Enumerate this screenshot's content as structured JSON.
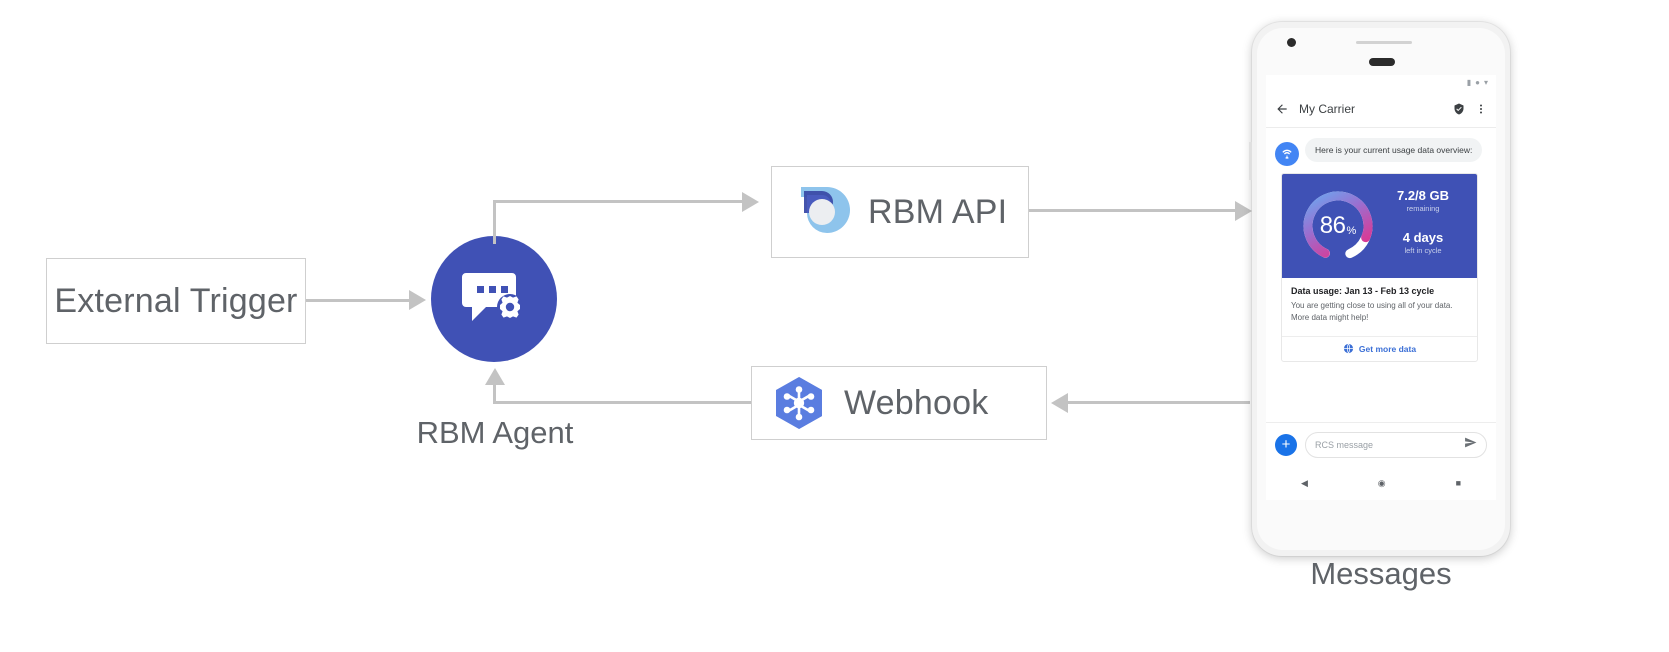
{
  "diagram": {
    "nodes": {
      "external_trigger": {
        "label": "External Trigger"
      },
      "rbm_agent": {
        "label": "RBM Agent",
        "icon": "chat-bubble-gear-icon",
        "color": "#4051b5"
      },
      "rbm_api": {
        "label": "RBM API",
        "icon": "rbm-api-logo-icon"
      },
      "webhook": {
        "label": "Webhook",
        "icon": "cloud-functions-hexagon-icon",
        "color": "#5a7de0"
      },
      "messages": {
        "label": "Messages"
      }
    },
    "arrows": [
      {
        "name": "trigger-to-agent",
        "from": "External Trigger",
        "to": "RBM Agent",
        "direction": "right"
      },
      {
        "name": "agent-to-rbm-api",
        "from": "RBM Agent",
        "to": "RBM API",
        "direction": "right"
      },
      {
        "name": "rbm-api-to-messages",
        "from": "RBM API",
        "to": "Messages",
        "direction": "right"
      },
      {
        "name": "messages-to-webhook",
        "from": "Messages",
        "to": "Webhook",
        "direction": "left"
      },
      {
        "name": "webhook-to-agent",
        "from": "Webhook",
        "to": "RBM Agent",
        "direction": "up"
      }
    ],
    "arrow_color": "#c3c3c3"
  },
  "phone": {
    "status_bar": {
      "glyphs": "▪ ● ▾"
    },
    "app_bar": {
      "back_icon": "back-arrow-icon",
      "title": "My Carrier",
      "verified_icon": "verified-shield-icon",
      "overflow_icon": "more-vert-icon"
    },
    "conversation": {
      "avatar_icon": "carrier-antenna-icon",
      "message": "Here is your current usage data overview:"
    },
    "card": {
      "gauge": {
        "percent": "86",
        "percent_symbol": "%",
        "value": 86
      },
      "stats": [
        {
          "big": "7.2/8 GB",
          "small": "remaining"
        },
        {
          "big": "4 days",
          "small": "left in cycle"
        }
      ],
      "title": "Data usage: Jan 13 - Feb 13 cycle",
      "description_line1": "You are getting close to using all of your data.",
      "description_line2": "More data might help!",
      "action": {
        "icon": "globe-icon",
        "label": "Get more data",
        "color": "#3b6fd6"
      },
      "hero_bg": "#3f51b5"
    },
    "composer": {
      "plus_icon": "plus-icon",
      "plus_label": "+",
      "placeholder": "RCS message",
      "send_icon": "send-icon"
    },
    "nav_bar": {
      "back": "◀",
      "home": "◉",
      "recents": "■"
    }
  }
}
